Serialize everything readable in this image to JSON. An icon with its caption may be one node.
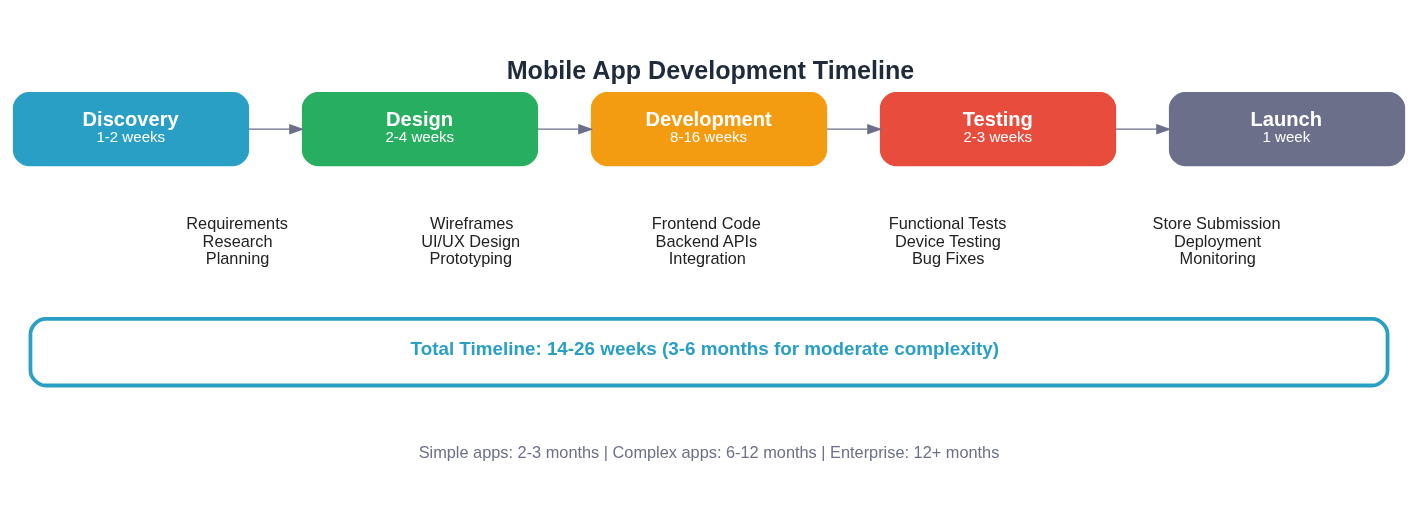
{
  "diagram": {
    "title": "Mobile App Development Timeline",
    "nodes": [
      {
        "text": [
          "Discovery",
          "1-2 weeks"
        ],
        "beside": [
          "Requirements",
          "Research",
          "Planning"
        ]
      },
      {
        "text": [
          "Design",
          "2-4 weeks"
        ],
        "beside": [
          "Wireframes",
          "UI/UX Design",
          "Prototyping"
        ]
      },
      {
        "text": [
          "Development",
          "8-16 weeks"
        ],
        "beside": [
          "Frontend Code",
          "Backend APIs",
          "Integration"
        ]
      },
      {
        "text": [
          "Testing",
          "2-3 weeks"
        ],
        "beside": [
          "Functional Tests",
          "Device Testing",
          "Bug Fixes"
        ]
      },
      {
        "text": [
          "Launch",
          "1 week"
        ],
        "beside": [
          "Store Submission",
          "Deployment",
          "Monitoring"
        ]
      },
      {
        "text": [
          "Total Timeline: 14-26 weeks (3-6 months for moderate complexity)"
        ]
      }
    ],
    "edges": [
      {
        "from": 0,
        "to": 1,
        "arrow": "to"
      },
      {
        "from": 1,
        "to": 2,
        "arrow": "to"
      },
      {
        "from": 2,
        "to": 3,
        "arrow": "to"
      },
      {
        "from": 3,
        "to": 4,
        "arrow": "to"
      }
    ],
    "labels": [
      "Simple apps: 2-3 months | Complex apps: 6-12 months | Enterprise: 12+ months"
    ]
  }
}
